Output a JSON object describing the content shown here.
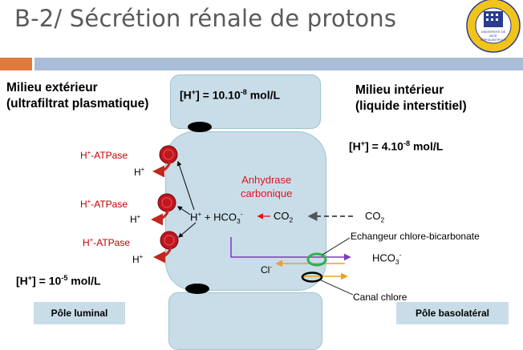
{
  "title": "B-2/ Sécrétion rénale de protons",
  "outside": {
    "line1": "Milieu extérieur",
    "line2": "(ultrafiltrat plasmatique)"
  },
  "inside": {
    "line1": "Milieu intérieur",
    "line2": "(liquide interstitiel)"
  },
  "conc_tubule": {
    "prefix": "[H",
    "sup": "+",
    "middle": "] = 10.10",
    "exp": "-8",
    "unit": " mol/L"
  },
  "conc_interstitial": {
    "prefix": "[H",
    "sup": "+",
    "middle": "] = 4.10",
    "exp": "-8",
    "unit": " mol/L"
  },
  "conc_luminal": {
    "prefix": "[H",
    "sup": "+",
    "middle": "] = 10",
    "exp": "-5",
    "unit": " mol/L"
  },
  "pump": {
    "label_pre": "H",
    "label_sup": "+",
    "label_post": "-ATPase",
    "ion": "H",
    "ion_sup": "+"
  },
  "enzyme": {
    "line1": "Anhydrase",
    "line2": "carbonique"
  },
  "reaction": {
    "h": "H",
    "h_sup": "+",
    "plus": " + HCO",
    "hco3_sub": "3",
    "hco3_sup": "-",
    "co2": "CO",
    "co2_sub": "2"
  },
  "co2_ext": {
    "text": "CO",
    "sub": "2"
  },
  "exchanger": "Echangeur chlore-bicarbonate",
  "hco3_out": {
    "text": "HCO",
    "sub": "3",
    "sup": "-"
  },
  "cl": {
    "text": "Cl",
    "sup": "-"
  },
  "channel": "Canal chlore",
  "pole_luminal": "Pôle luminal",
  "pole_basolateral": "Pôle basolatéral",
  "logo": {
    "top": "FACULTE DE MEDECINE",
    "line1": "UNIVERSITE DE",
    "line2": "NICE",
    "line3": "SOPHIA ANTIPOLIS"
  },
  "colors": {
    "pump": "#c0161e",
    "pump_arrow": "#c0281e",
    "enzyme": "#e0141e",
    "violet": "#7a3cbf",
    "orange": "#f0a020",
    "green": "#2db34a",
    "cell": "#c9dde8"
  }
}
